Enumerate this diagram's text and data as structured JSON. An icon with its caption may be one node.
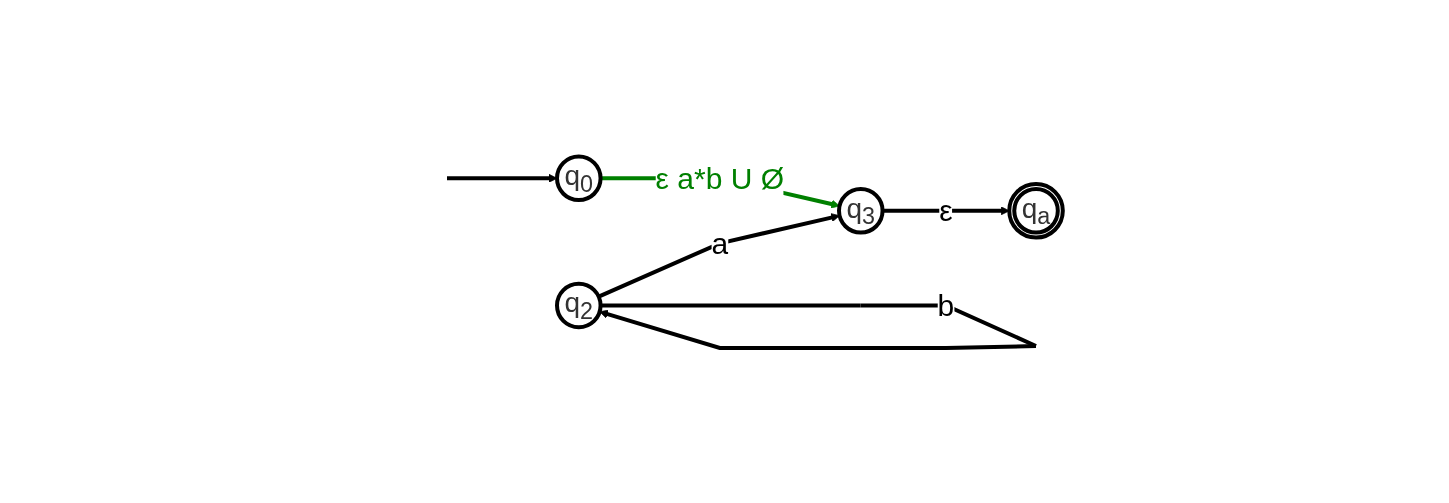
{
  "diagram": {
    "nodes": [
      {
        "text": [
          "q$_{0}$"
        ]
      },
      {
        "text": [
          "q$_{3}$"
        ]
      },
      {
        "text": [
          "q$_{a}$"
        ]
      },
      {
        "text": [
          "q$_{2}$"
        ]
      }
    ],
    "edges": [
      {
        "from": null,
        "to": 0,
        "arrow": "to"
      },
      {
        "from": 0,
        "to": 1,
        "arrow": "to",
        "label": "ε a*b U Ø",
        "color": "#008000"
      },
      {
        "from": 1,
        "to": 2,
        "arrow": "to",
        "label": "ε"
      },
      {
        "from": 3,
        "to": 1,
        "arrow": "to",
        "label": "a"
      },
      {
        "from": 3,
        "to": 3,
        "arrow": "to",
        "label": "b"
      }
    ]
  }
}
